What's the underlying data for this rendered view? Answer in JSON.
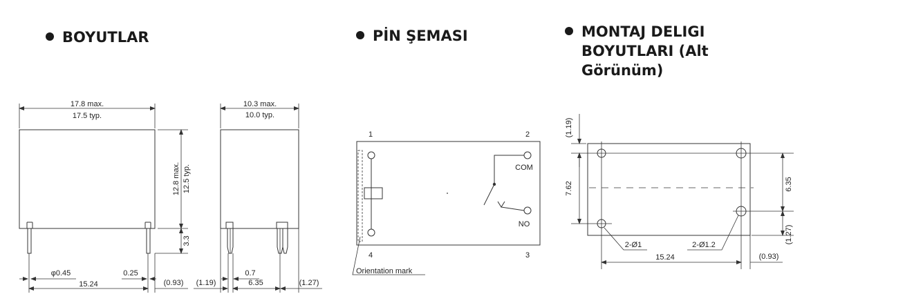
{
  "headings": {
    "dimensions": "BOYUTLAR",
    "pin_diagram": "PİN ŞEMASI",
    "mounting_line1": "MONTAJ DELIGI",
    "mounting_line2": "BOYUTLARI (Alt",
    "mounting_line3": "Görünüm)"
  },
  "front_view": {
    "width_max": "17.8 max.",
    "width_typ": "17.5 typ.",
    "height_max": "12.8 max.",
    "height_typ": "12.5 typ.",
    "pin_length": "3.3",
    "pin_diameter": "φ0.45",
    "pin_thickness": "0.25",
    "pin_pitch": "15.24",
    "offset": "(0.93)"
  },
  "side_view": {
    "depth_max": "10.3 max.",
    "depth_typ": "10.0 typ.",
    "left_offset": "(1.19)",
    "pin_width": "0.7",
    "pin_pitch": "6.35",
    "right_offset": "(1.27)"
  },
  "pin_diagram": {
    "pin1": "1",
    "pin2": "2",
    "pin3": "3",
    "pin4": "4",
    "com_label": "COM",
    "no_label": "NO",
    "orientation_mark": "Orientation mark"
  },
  "mounting": {
    "top_offset": "(1.19)",
    "height": "7.62",
    "pin_pitch_vertical": "6.35",
    "bottom_offset": "(1.27)",
    "hole_small": "2-Ø1",
    "hole_large": "2-Ø1.2",
    "width": "15.24",
    "right_offset": "(0.93)"
  }
}
